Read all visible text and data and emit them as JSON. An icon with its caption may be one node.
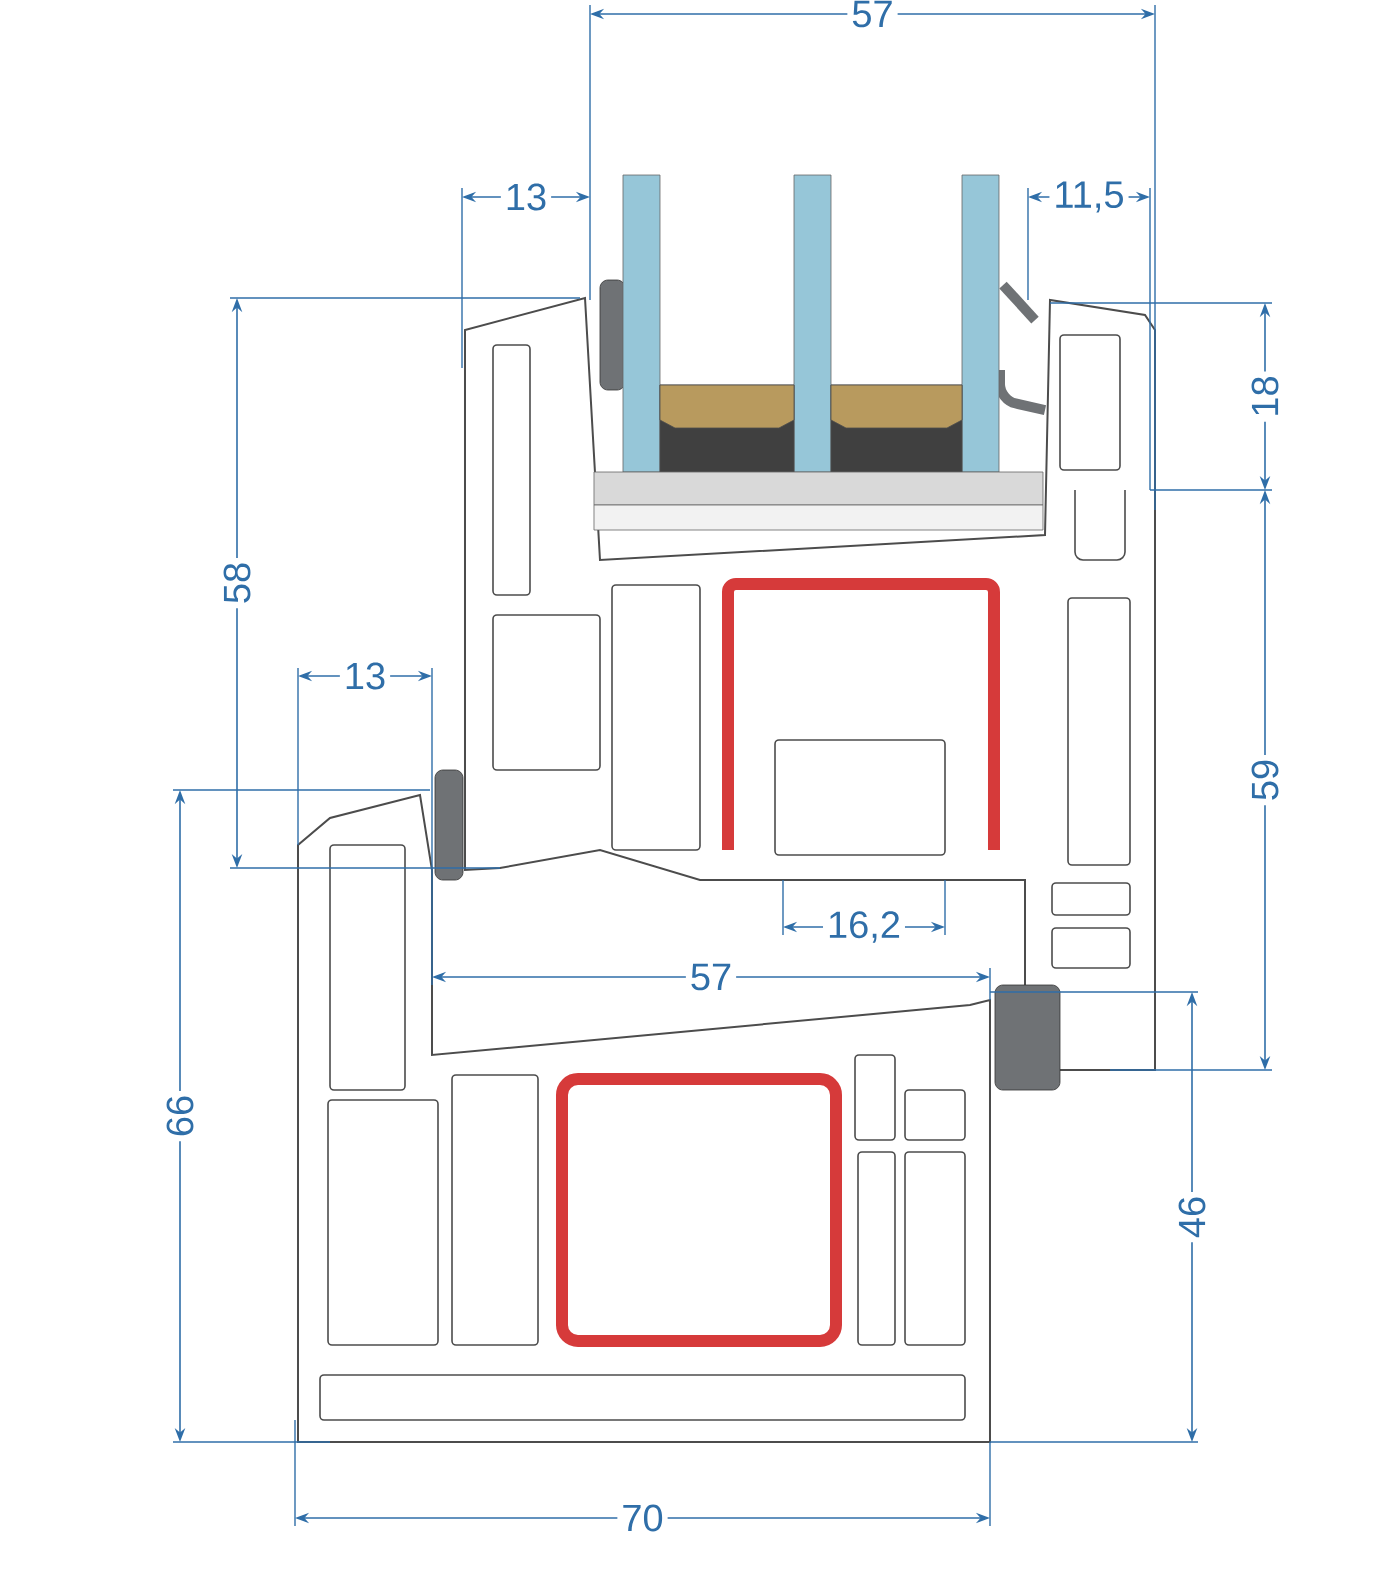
{
  "diagram": {
    "labels": [
      "57",
      "13",
      "11,5",
      "18",
      "58",
      "13",
      "59",
      "16,2",
      "57",
      "66",
      "46",
      "70"
    ]
  }
}
